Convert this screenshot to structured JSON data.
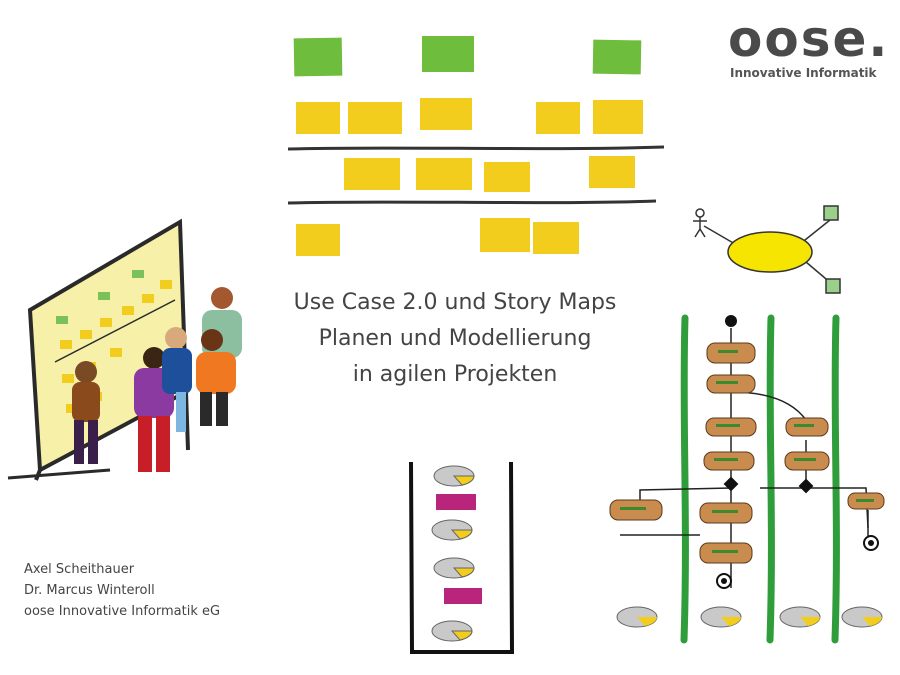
{
  "logo": {
    "wordmark": "oose.",
    "subtitle": "Innovative Informatik"
  },
  "title": {
    "line1": "Use Case 2.0 und Story Maps",
    "line2": "Planen und Modellierung",
    "line3": "in agilen Projekten"
  },
  "authors": {
    "line1": "Axel Scheithauer",
    "line2": "Dr. Marcus Winteroll",
    "line3": "oose Innovative Informatik eG"
  },
  "colors": {
    "sticky_yellow": "#f2cd1e",
    "sticky_green": "#6fbd3c",
    "lane_green": "#2f9e3a",
    "activity_brown": "#c98c4e",
    "kanban_magenta": "#b8257a",
    "use_case_yellow": "#f5e500"
  }
}
